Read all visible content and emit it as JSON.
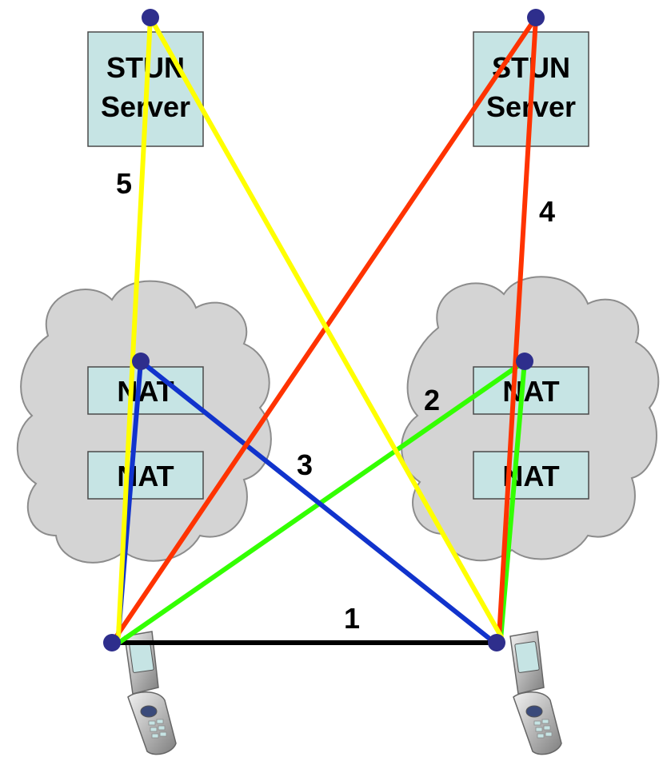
{
  "stun_servers": [
    {
      "line1": "STUN",
      "line2": "Server"
    },
    {
      "line1": "STUN",
      "line2": "Server"
    }
  ],
  "nats": [
    {
      "label": "NAT"
    },
    {
      "label": "NAT"
    },
    {
      "label": "NAT"
    },
    {
      "label": "NAT"
    }
  ],
  "paths": [
    {
      "label": "1",
      "color": "#000000"
    },
    {
      "label": "2",
      "color": "#33ff00"
    },
    {
      "label": "3",
      "color": "#1133cc"
    },
    {
      "label": "4",
      "color": "#ff3300"
    },
    {
      "label": "5",
      "color": "#ffff00"
    }
  ],
  "colors": {
    "box_fill": "#c6e4e4",
    "cloud_fill": "#d4d4d4",
    "endpoint_dot": "#2e2e8c"
  },
  "icons": [
    "cloud-icon",
    "phone-icon",
    "endpoint-dot"
  ]
}
